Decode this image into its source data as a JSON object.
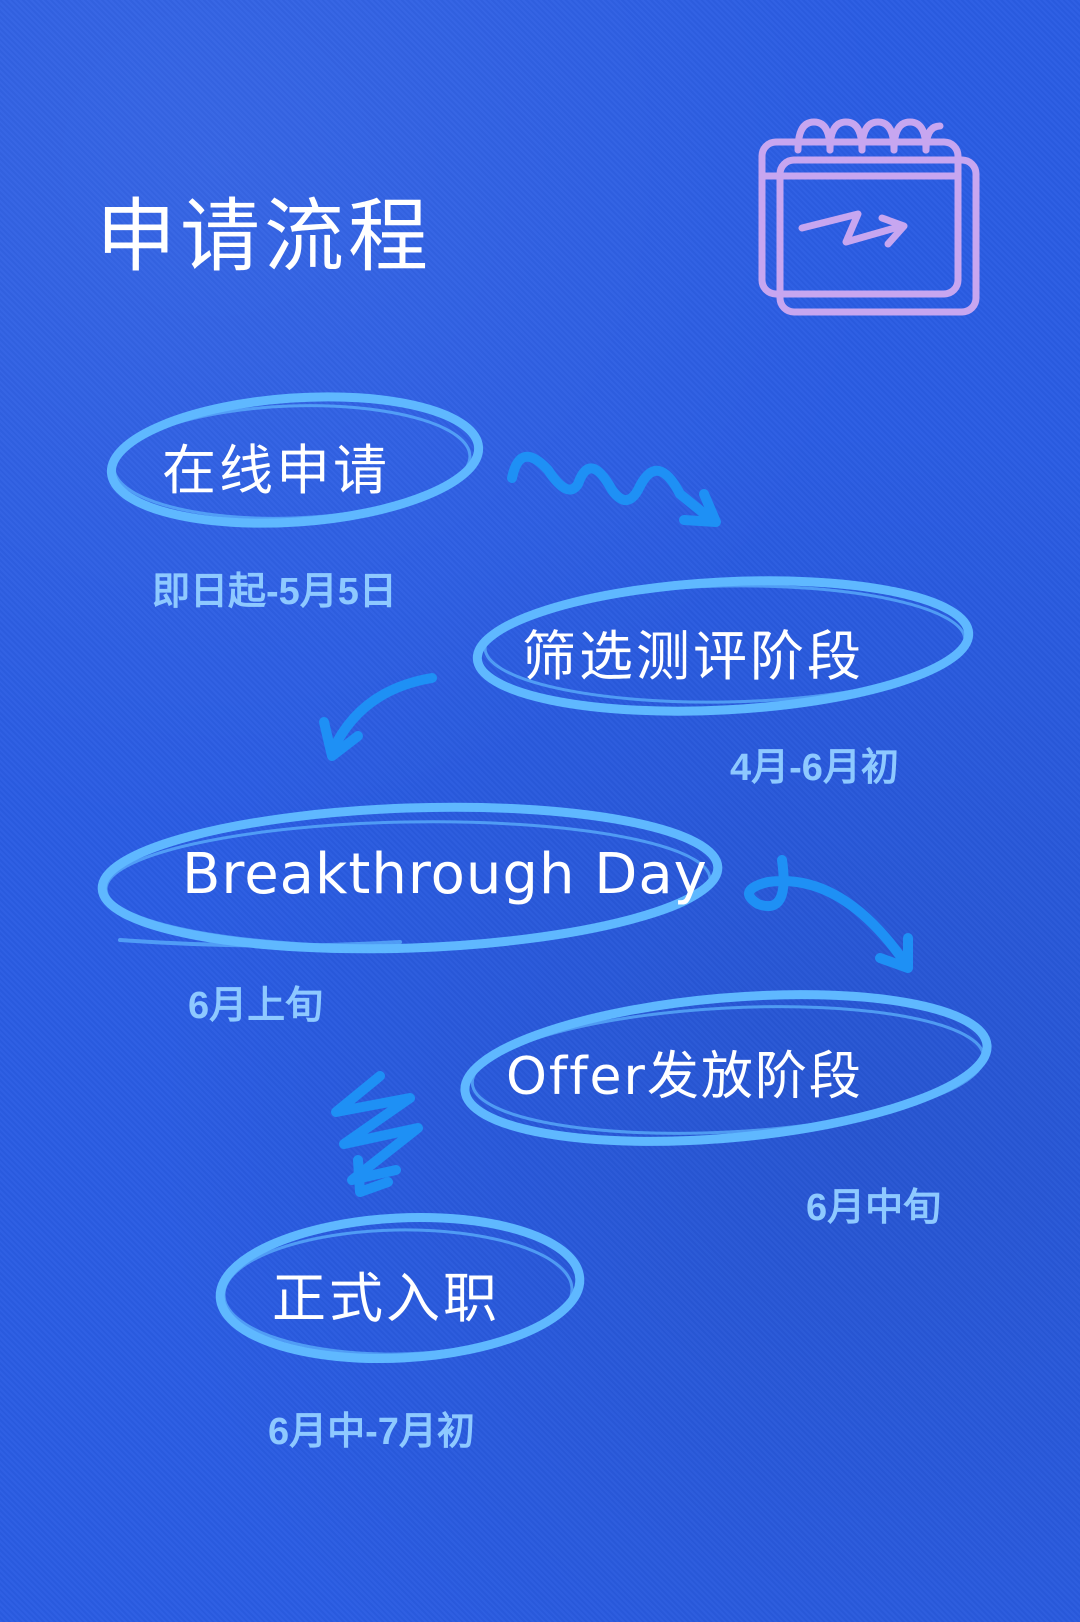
{
  "title": "申请流程",
  "colors": {
    "background": "#2a5ce3",
    "outline": "#5fb8ff",
    "date_text": "#8ec9ff",
    "calendar_icon": "#c7a6f0"
  },
  "icons": [
    "calendar-icon",
    "squiggle-arrow-icon"
  ],
  "steps": [
    {
      "label": "在线申请",
      "date": "即日起-5月5日"
    },
    {
      "label": "筛选测评阶段",
      "date": "4月-6月初"
    },
    {
      "label": "Breakthrough Day",
      "date": "6月上旬"
    },
    {
      "label": "Offer发放阶段",
      "date": "6月中旬"
    },
    {
      "label": "正式入职",
      "date": "6月中-7月初"
    }
  ]
}
